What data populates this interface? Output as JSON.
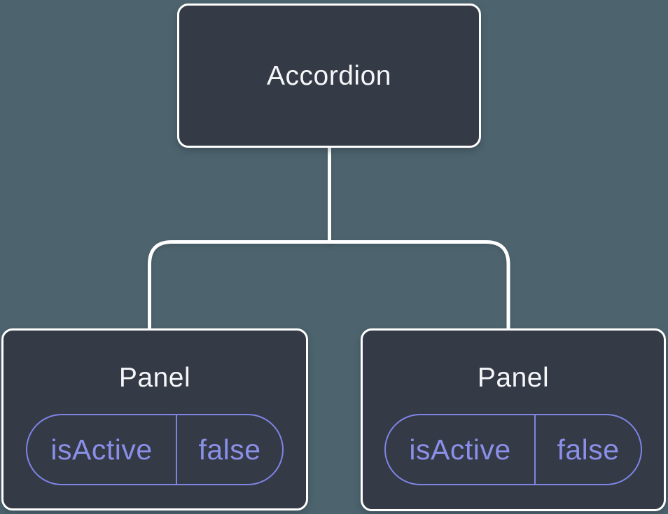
{
  "diagram": {
    "root": {
      "label": "Accordion"
    },
    "children": [
      {
        "label": "Panel",
        "props": [
          {
            "key": "isActive",
            "value": "false"
          }
        ]
      },
      {
        "label": "Panel",
        "props": [
          {
            "key": "isActive",
            "value": "false"
          }
        ]
      }
    ],
    "colors": {
      "background": "#4d646e",
      "node_fill": "#343a46",
      "node_border": "#ffffff",
      "connector": "#ffffff",
      "label_text": "#f5f6f8",
      "prop_accent": "#7f85e4",
      "prop_text": "#8a8fe8"
    }
  }
}
